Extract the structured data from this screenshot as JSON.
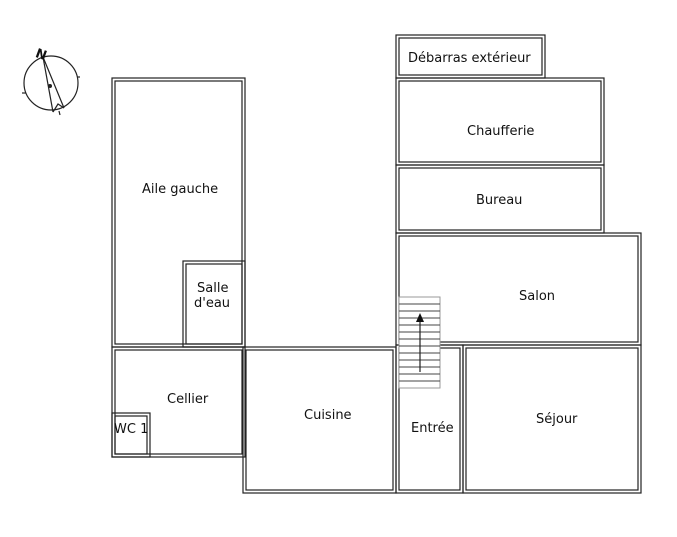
{
  "compass": {
    "label": "N"
  },
  "rooms": {
    "debarras": "Débarras extérieur",
    "chaufferie": "Chaufferie",
    "bureau": "Bureau",
    "aile_gauche": "Aile gauche",
    "salle_eau_1": "Salle",
    "salle_eau_2": "d'eau",
    "salon": "Salon",
    "cellier": "Cellier",
    "cuisine": "Cuisine",
    "wc": "WC 1",
    "entree": "Entrée",
    "sejour": "Séjour"
  }
}
